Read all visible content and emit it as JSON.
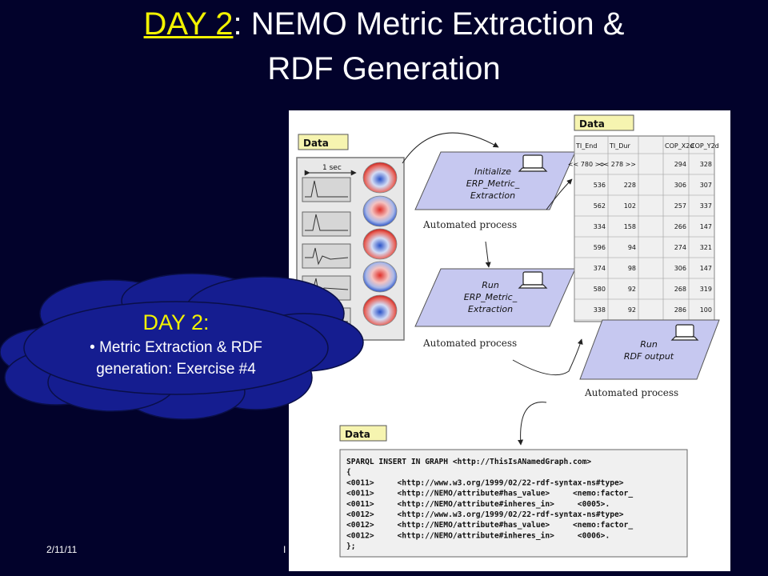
{
  "title": {
    "highlight": "DAY 2",
    "line1_rest": ": NEMO Metric Extraction &",
    "line2": "RDF Generation"
  },
  "footer": {
    "date": "2/11/11",
    "fragment": "I"
  },
  "cloud": {
    "heading": "DAY 2:",
    "bullet_line1": "• Metric Extraction & RDF",
    "bullet_line2": "generation: Exercise #4"
  },
  "figure": {
    "data_label": "Data",
    "waveform_scale": "1 sec",
    "process1": {
      "line1": "Initialize",
      "line2": "ERP_Metric_",
      "line3": "Extraction"
    },
    "process2": {
      "line1": "Run",
      "line2": "ERP_Metric_",
      "line3": "Extraction"
    },
    "process3": {
      "line1": "Run",
      "line2": "RDF output"
    },
    "automated": "Automated process",
    "table": {
      "headers": [
        "TI_End",
        "TI_Dur",
        "",
        "COP_X2d",
        "COP_Y2d"
      ],
      "rows": [
        [
          "<< 780 >>",
          "<< 278 >>",
          "",
          "294",
          "328"
        ],
        [
          "536",
          "228",
          "",
          "306",
          "307"
        ],
        [
          "562",
          "102",
          "",
          "257",
          "337"
        ],
        [
          "334",
          "158",
          "",
          "266",
          "147"
        ],
        [
          "596",
          "94",
          "",
          "274",
          "321"
        ],
        [
          "374",
          "98",
          "",
          "306",
          "147"
        ],
        [
          "580",
          "92",
          "",
          "268",
          "319"
        ],
        [
          "338",
          "92",
          "",
          "286",
          "100"
        ]
      ]
    },
    "sparql_lines": [
      "SPARQL INSERT IN GRAPH <http://ThisIsANamedGraph.com>",
      "{",
      "<0011>     <http://www.w3.org/1999/02/22-rdf-syntax-ns#type>",
      "<0011>     <http://NEMO/attribute#has_value>     <nemo:factor_",
      "<0011>     <http://NEMO/attribute#inheres_in>     <0005>.",
      "<0012>     <http://www.w3.org/1999/02/22-rdf-syntax-ns#type>",
      "<0012>     <http://NEMO/attribute#has_value>     <nemo:factor_",
      "<0012>     <http://NEMO/attribute#inheres_in>     <0006>.",
      "};"
    ]
  }
}
